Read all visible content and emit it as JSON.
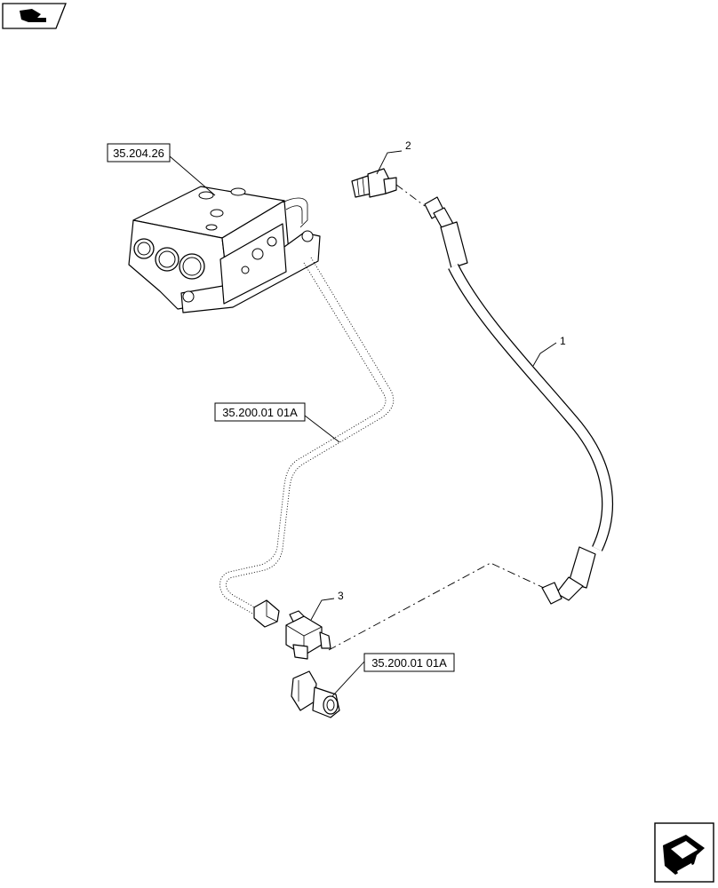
{
  "refs": [
    "35.204.26",
    "35.200.01 01A",
    "35.200.01 01A"
  ],
  "callouts": [
    "2",
    "1",
    "3"
  ],
  "icons": {
    "top_left": "nav-tab-icon",
    "bottom_right": "nav-arrow-icon"
  }
}
